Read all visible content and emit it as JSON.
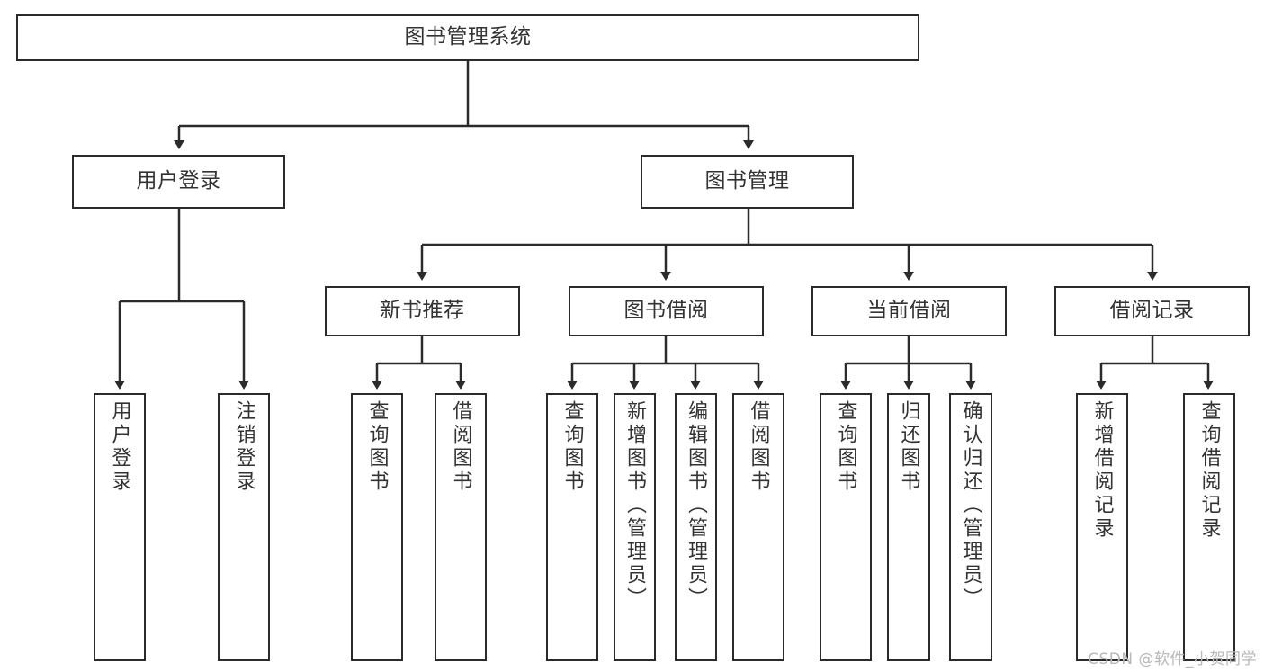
{
  "diagram": {
    "type": "tree-hierarchy",
    "title": "图书管理系统",
    "background_color": "#ffffff",
    "box_border_color": "#2b2b2b",
    "text_color": "#333333",
    "nodes": {
      "root": {
        "label": "图书管理系统"
      },
      "level1": [
        {
          "id": "user-login",
          "label": "用户登录"
        },
        {
          "id": "book-management",
          "label": "图书管理"
        }
      ],
      "level2": [
        {
          "id": "new-book-recommend",
          "label": "新书推荐"
        },
        {
          "id": "book-borrow",
          "label": "图书借阅"
        },
        {
          "id": "current-borrow",
          "label": "当前借阅"
        },
        {
          "id": "borrow-record",
          "label": "借阅记录"
        }
      ],
      "leaves": {
        "user_login": [
          {
            "id": "leaf-user-login",
            "label": "用户登录"
          },
          {
            "id": "leaf-logout-login",
            "label": "注销登录"
          }
        ],
        "new_book_recommend": [
          {
            "id": "leaf-query-book-1",
            "label": "查询图书"
          },
          {
            "id": "leaf-borrow-book-1",
            "label": "借阅图书"
          }
        ],
        "book_borrow": [
          {
            "id": "leaf-query-book-2",
            "label": "查询图书"
          },
          {
            "id": "leaf-add-book",
            "label": "新增图书（管理员）"
          },
          {
            "id": "leaf-edit-book",
            "label": "编辑图书（管理员）"
          },
          {
            "id": "leaf-borrow-book-2",
            "label": "借阅图书"
          }
        ],
        "current_borrow": [
          {
            "id": "leaf-query-book-3",
            "label": "查询图书"
          },
          {
            "id": "leaf-return-book",
            "label": "归还图书"
          },
          {
            "id": "leaf-confirm-return",
            "label": "确认归还（管理员）"
          }
        ],
        "borrow_record": [
          {
            "id": "leaf-add-record",
            "label": "新增借阅记录"
          },
          {
            "id": "leaf-query-record",
            "label": "查询借阅记录"
          }
        ]
      }
    }
  },
  "watermark": {
    "text": "CSDN @软件_小贺同学"
  }
}
